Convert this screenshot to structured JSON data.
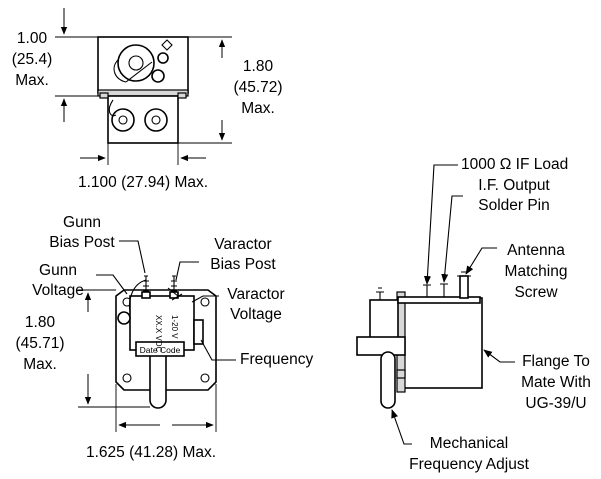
{
  "top_view": {
    "dim_height": [
      "1.00",
      "(25.4)",
      "Max."
    ],
    "dim_height_total": [
      "1.80",
      "(45.72)",
      "Max."
    ],
    "dim_width": "1.100 (27.94) Max."
  },
  "front_view": {
    "gunn_bias_post": [
      "Gunn",
      "Bias Post"
    ],
    "varactor_bias_post": [
      "Varactor",
      "Bias Post"
    ],
    "gunn_voltage": [
      "Gunn",
      "Voltage"
    ],
    "varactor_voltage": [
      "Varactor",
      "Voltage"
    ],
    "dim_height": [
      "1.80",
      "(45.71)",
      "Max."
    ],
    "frequency": "Frequency",
    "dim_width": "1.625 (41.28) Max.",
    "marking_voltage1": "XX.X VDC",
    "marking_voltage2": "1-20 V",
    "date_code": "Date Code"
  },
  "side_view": {
    "if_load": "1000 Ω IF Load",
    "if_output": [
      "I.F. Output",
      "Solder Pin"
    ],
    "antenna": [
      "Antenna",
      "Matching",
      "Screw"
    ],
    "flange": [
      "Flange To",
      "Mate With",
      "UG-39/U"
    ],
    "mech_adjust": [
      "Mechanical",
      "Frequency Adjust"
    ]
  }
}
